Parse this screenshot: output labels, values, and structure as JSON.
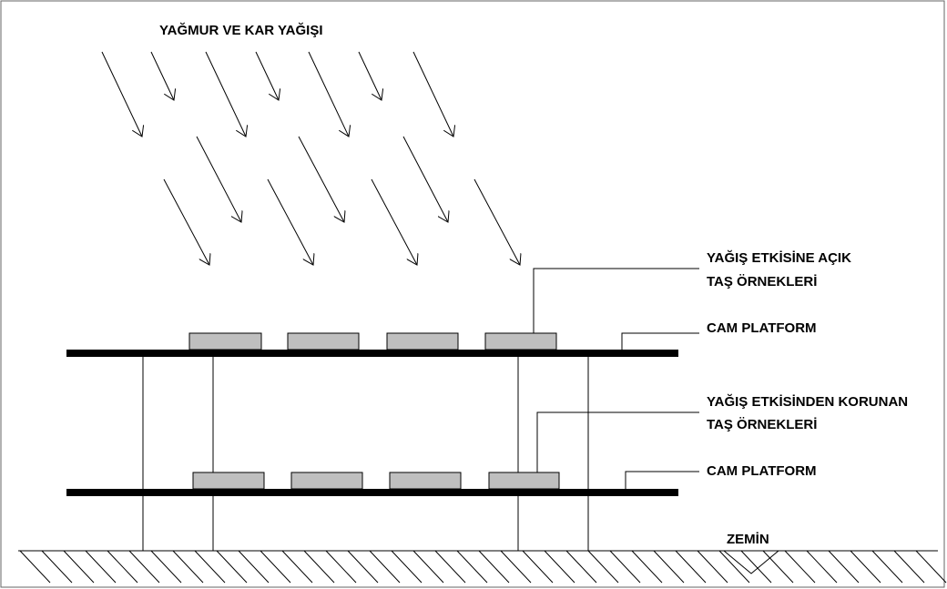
{
  "labels": {
    "title": "YAĞMUR VE KAR YAĞIŞI",
    "exposed_line1": "YAĞIŞ ETKİSİNE AÇIK",
    "exposed_line2": "TAŞ ÖRNEKLERİ",
    "upper_platform": "CAM PLATFORM",
    "protected_line1": "YAĞIŞ ETKİSİNDEN KORUNAN",
    "protected_line2": "TAŞ ÖRNEKLERİ",
    "lower_platform": "CAM PLATFORM",
    "ground": "ZEMİN"
  },
  "colors": {
    "line": "#000000",
    "stone_fill": "#bfbfbf",
    "platform": "#000000",
    "background": "#ffffff"
  }
}
